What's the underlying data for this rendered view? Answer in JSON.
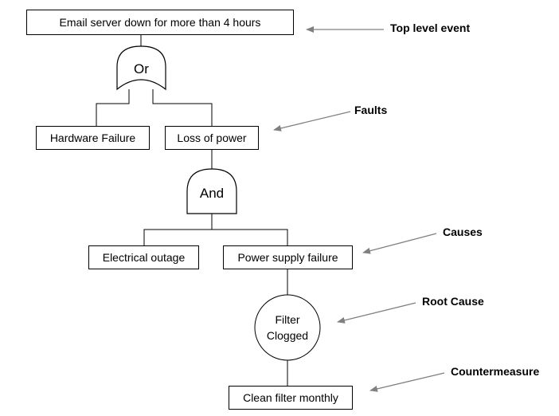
{
  "nodes": {
    "top_event": "Email server down for more than 4 hours",
    "or_gate": "Or",
    "hardware_failure": "Hardware Failure",
    "loss_of_power": "Loss of power",
    "and_gate": "And",
    "electrical_outage": "Electrical outage",
    "power_supply_failure": "Power supply failure",
    "root_cause_line1": "Filter",
    "root_cause_line2": "Clogged",
    "countermeasure": "Clean filter monthly"
  },
  "callouts": {
    "top_level_event": "Top level event",
    "faults": "Faults",
    "causes": "Causes",
    "root_cause": "Root Cause",
    "countermeasure": "Countermeasure"
  },
  "colors": {
    "lines": "#000000",
    "arrows": "#808080"
  }
}
